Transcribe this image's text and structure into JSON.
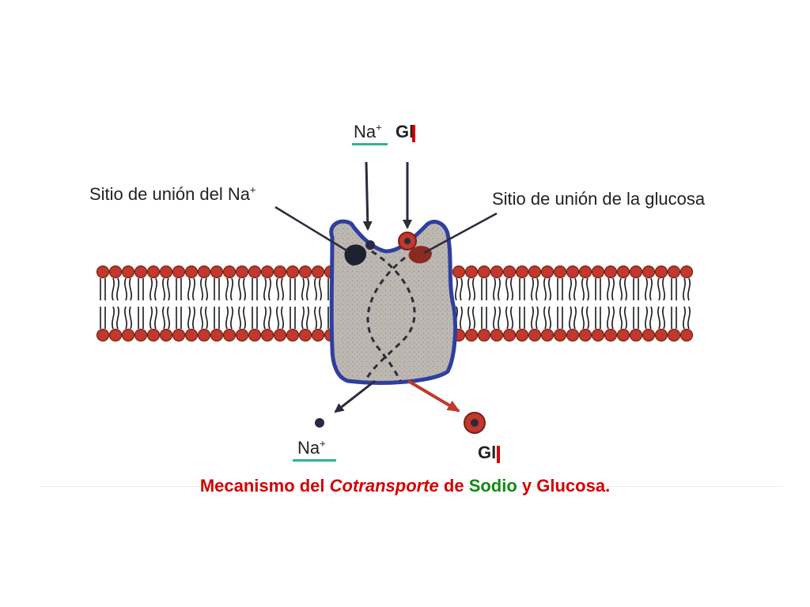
{
  "labels": {
    "na_binding_site": "Sitio de unión del Na",
    "na_binding_site_sup": "+",
    "glucose_binding_site": "Sitio de unión de la glucosa",
    "na_top": "Na",
    "na_top_sup": "+",
    "gl_top": "Gl",
    "na_bottom": "Na",
    "na_bottom_sup": "+",
    "gl_bottom": "Gl"
  },
  "caption": {
    "part1": "Mecanismo del ",
    "part2": "Cotransporte",
    "part3": " de ",
    "part4": "Sodio",
    "part5": " y Glucosa."
  },
  "colors": {
    "phospholipid_head": "#c0392b",
    "phospholipid_head_edge": "#7a1f1a",
    "protein_fill": "#b9b4ae",
    "protein_outline": "#2e3f9e",
    "sodium_ion": "#2b2845",
    "glucose_ion": "#c0392b",
    "caption_red": "#d40000",
    "caption_green": "#138a13",
    "underline_green": "#2eb886"
  }
}
